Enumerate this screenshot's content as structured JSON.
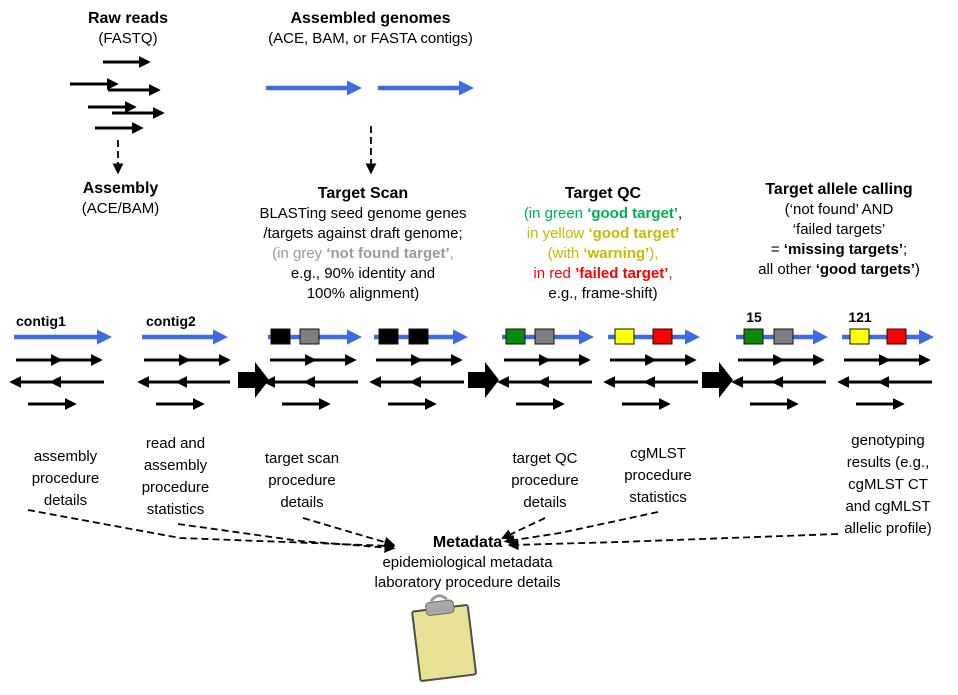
{
  "colors": {
    "contig_blue": "#3f6be0",
    "target_black": "#000000",
    "target_grey": "#7f7f7f",
    "target_green": "#0a8a0a",
    "target_yellow": "#ffff00",
    "target_red": "#ff0000",
    "grey_text": "#9a9a9a",
    "green_text": "#00b050",
    "yellow_text": "#c2bb00",
    "red_text": "#ff0000",
    "black_text": "#000000",
    "clipboard_fill": "#e9e193",
    "clipboard_clip": "#a8a8a8"
  },
  "top": {
    "raw_reads": {
      "title": "Raw reads",
      "subtitle": "(FASTQ)"
    },
    "assembled_genomes": {
      "title": "Assembled genomes",
      "subtitle": "(ACE, BAM, or FASTA contigs)"
    },
    "assembly": {
      "title": "Assembly",
      "subtitle": "(ACE/BAM)"
    }
  },
  "stages": {
    "target_scan": {
      "title": "Target Scan",
      "lines": [
        [
          {
            "t": "BLASTing seed genome genes"
          }
        ],
        [
          {
            "t": "/targets against draft genome;"
          }
        ],
        [
          {
            "t": "(in grey ",
            "c": "grey_text"
          },
          {
            "t": "‘not found target’",
            "c": "grey_text",
            "b": true
          },
          {
            "t": ",",
            "c": "grey_text"
          }
        ],
        [
          {
            "t": "e.g., 90% identity and"
          }
        ],
        [
          {
            "t": "100% alignment)"
          }
        ]
      ]
    },
    "target_qc": {
      "title": "Target QC",
      "lines": [
        [
          {
            "t": "(in green ",
            "c": "green_text"
          },
          {
            "t": "‘good target’",
            "c": "green_text",
            "b": true
          },
          {
            "t": ","
          }
        ],
        [
          {
            "t": "in yellow ",
            "c": "yellow_text"
          },
          {
            "t": "‘good target’",
            "c": "yellow_text",
            "b": true
          }
        ],
        [
          {
            "t": "(with ",
            "c": "yellow_text"
          },
          {
            "t": "‘warning’",
            "c": "yellow_text",
            "b": true
          },
          {
            "t": "),",
            "c": "yellow_text"
          }
        ],
        [
          {
            "t": "in red ",
            "c": "red_text"
          },
          {
            "t": "’failed target’",
            "c": "red_text",
            "b": true
          },
          {
            "t": ",",
            "c": "red_text"
          }
        ],
        [
          {
            "t": "e.g., frame-shift)"
          }
        ]
      ]
    },
    "target_allele_calling": {
      "title": "Target allele calling",
      "lines": [
        [
          {
            "t": "(‘not found’ AND"
          }
        ],
        [
          {
            "t": "‘failed targets’"
          }
        ],
        [
          {
            "t": "= "
          },
          {
            "t": "‘missing targets’",
            "b": true
          },
          {
            "t": ";"
          }
        ],
        [
          {
            "t": "all other "
          },
          {
            "t": "‘good targets’",
            "b": true
          },
          {
            "t": ")"
          }
        ]
      ]
    }
  },
  "labels": {
    "contig1": "contig1",
    "contig2": "contig2",
    "allele_15": "15",
    "allele_121": "121"
  },
  "bottom": {
    "assembly_details": [
      "assembly",
      "procedure",
      "details"
    ],
    "read_stats": [
      "read and",
      "assembly",
      "procedure",
      "statistics"
    ],
    "target_scan_details": [
      "target scan",
      "procedure",
      "details"
    ],
    "target_qc_details": [
      "target QC",
      "procedure",
      "details"
    ],
    "cgmlst_stats": [
      "cgMLST",
      "procedure",
      "statistics"
    ],
    "genotyping": [
      "genotyping",
      "results (e.g.,",
      "cgMLST CT",
      "and cgMLST",
      "allelic profile)"
    ]
  },
  "metadata": {
    "title": "Metadata",
    "line1": "epidemiological metadata",
    "line2": "laboratory procedure details"
  }
}
